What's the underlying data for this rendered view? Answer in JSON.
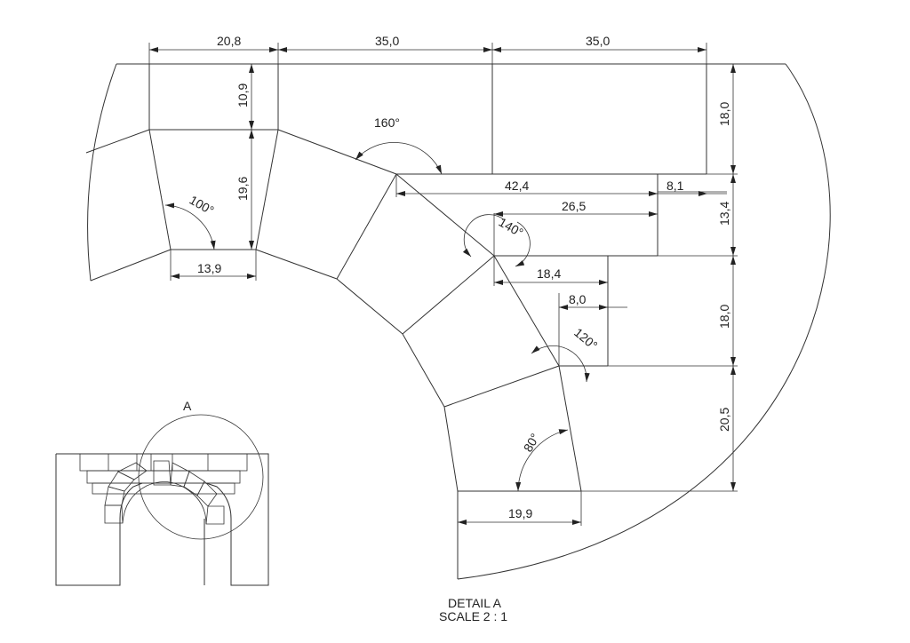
{
  "dimensions": {
    "top_width_1": "20,8",
    "top_width_2": "35,0",
    "top_width_3": "35,0",
    "left_height_top": "10,9",
    "left_height_bottom": "19,6",
    "angle_left": "100°",
    "bottom_left_width": "13,9",
    "angle_top": "160°",
    "width_42": "42,4",
    "width_8_1": "8,1",
    "width_26": "26,5",
    "angle_140": "140°",
    "width_18_4": "18,4",
    "width_8_0": "8,0",
    "angle_120": "120°",
    "angle_80": "80°",
    "bottom_width": "19,9",
    "right_height_1": "18,0",
    "right_height_2": "13,4",
    "right_height_3": "18,0",
    "right_height_4": "20,5"
  },
  "detail": {
    "label": "A",
    "caption_line1": "DETAIL A",
    "caption_line2": "SCALE 2 : 1"
  }
}
